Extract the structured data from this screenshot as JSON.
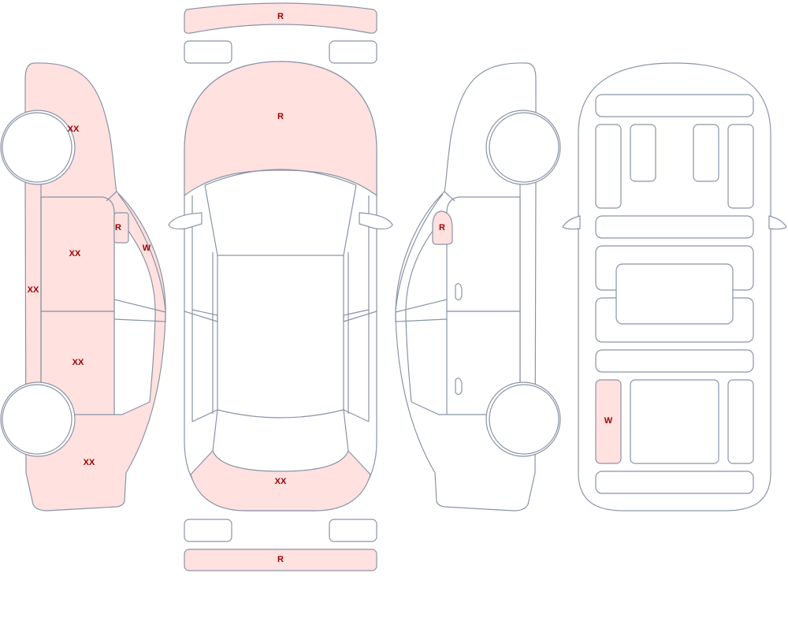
{
  "colors": {
    "outline": "#8a94a6",
    "damage_fill": "#ffe1df",
    "label_text": "#9b0000",
    "background": "#ffffff"
  },
  "labels": {
    "front_bumper": "R",
    "hood": "R",
    "windshield_area": "XX",
    "rear_bumper": "R",
    "left_front_fender": "XX",
    "left_rocker": "XX",
    "left_front_door": "XX",
    "left_rear_door": "XX",
    "left_rear_quarter": "XX",
    "left_mirror": "R",
    "left_a_pillar": "W",
    "right_mirror": "R",
    "interior_seat": "W"
  }
}
